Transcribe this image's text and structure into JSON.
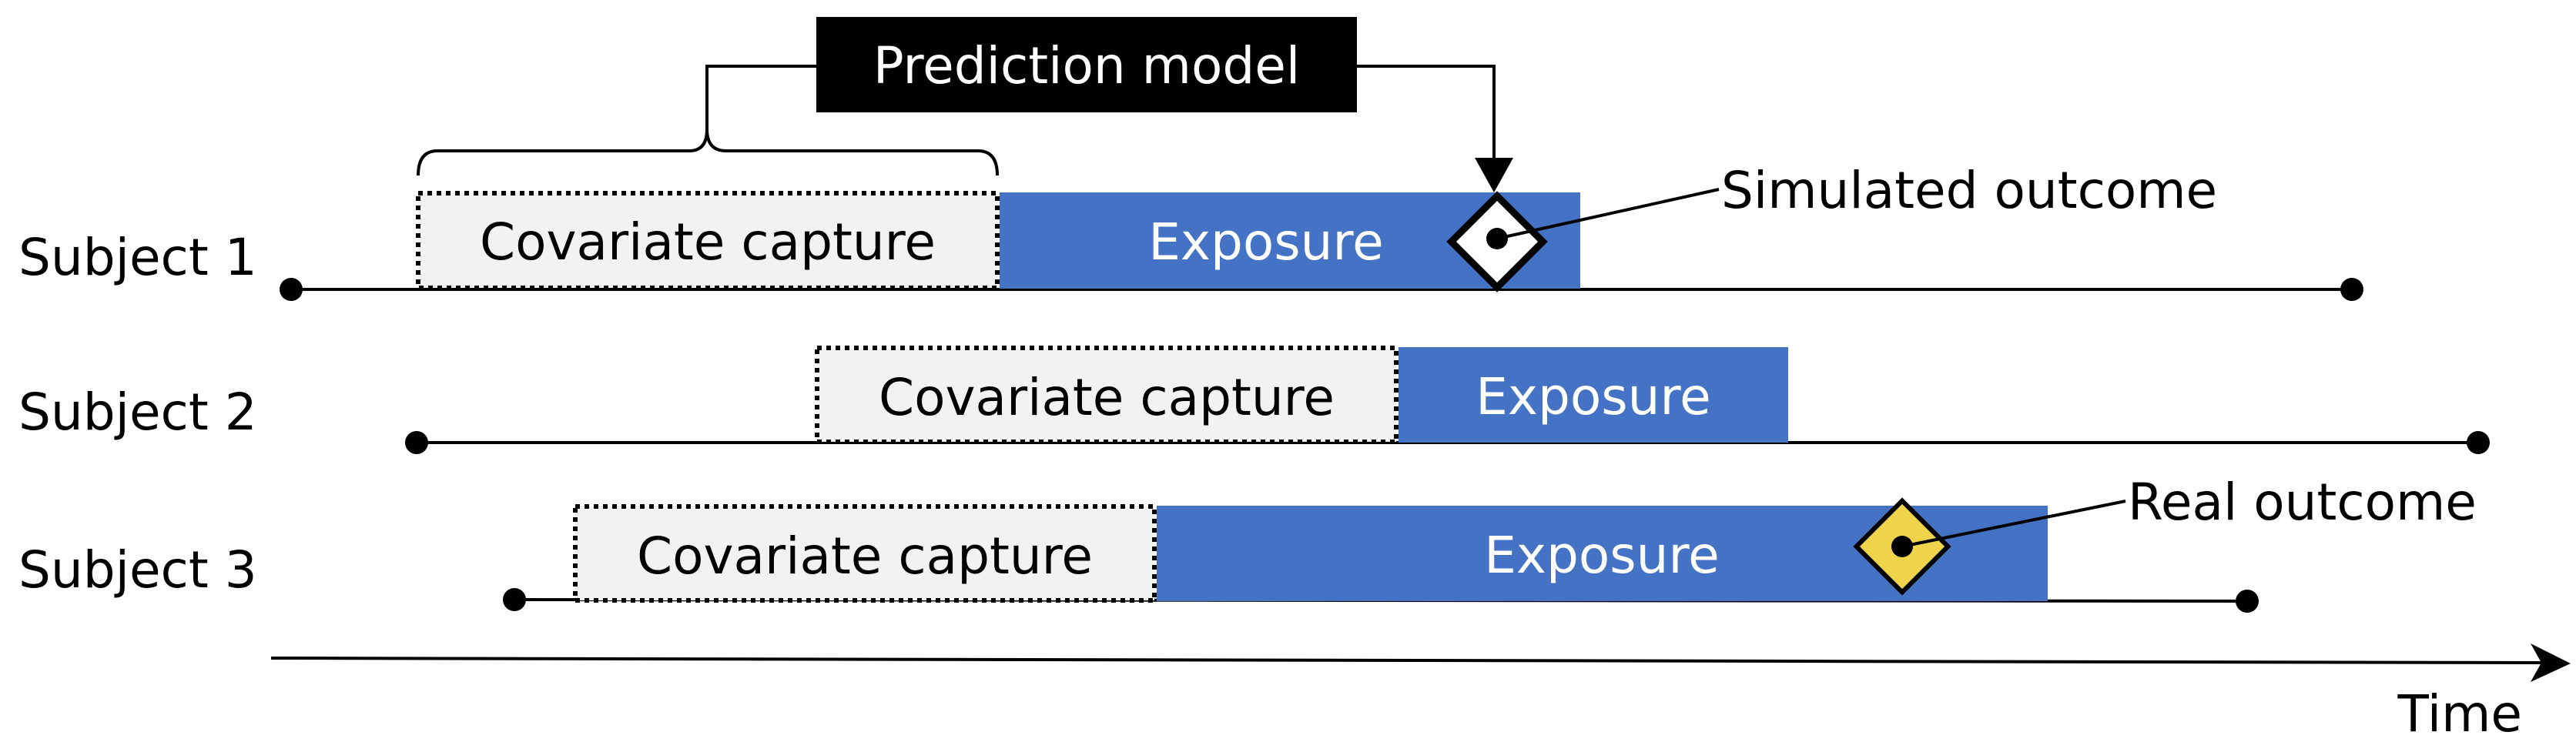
{
  "header": {
    "model_label": "Prediction model"
  },
  "subjects": [
    {
      "label": "Subject 1",
      "covariate_label": "Covariate capture",
      "exposure_label": "Exposure",
      "outcome_label": "Simulated outcome"
    },
    {
      "label": "Subject 2",
      "covariate_label": "Covariate capture",
      "exposure_label": "Exposure"
    },
    {
      "label": "Subject 3",
      "covariate_label": "Covariate capture",
      "exposure_label": "Exposure",
      "outcome_label": "Real outcome"
    }
  ],
  "axis": {
    "label": "Time"
  },
  "colors": {
    "exposure": "#4472c4",
    "covariate_fill": "#f2f2f2",
    "model_box": "#000000",
    "real_outcome": "#f0d44c",
    "simulated_outcome": "#ffffff",
    "line": "#000000"
  }
}
